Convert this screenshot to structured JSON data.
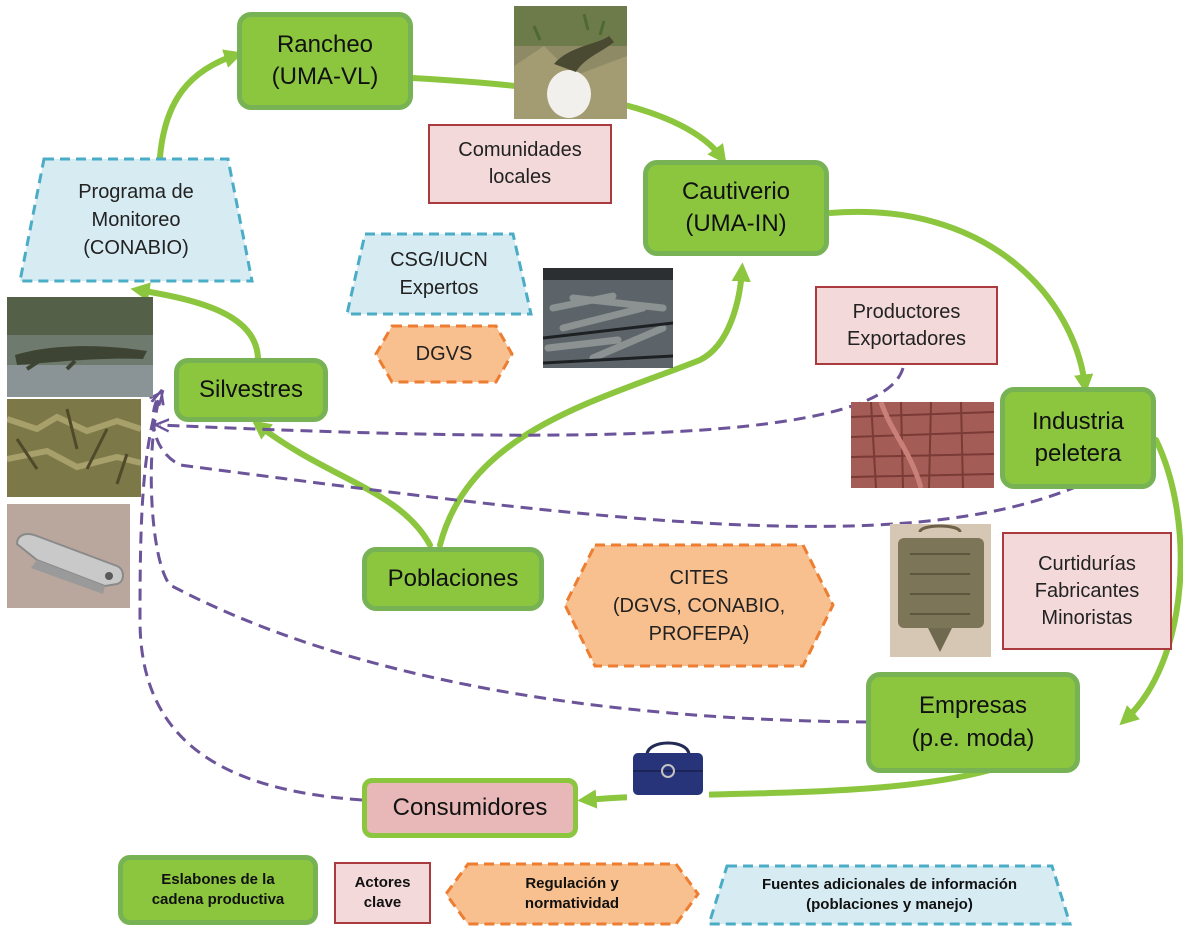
{
  "nodes": {
    "rancheo": "Rancheo\n(UMA-VL)",
    "cautiverio": "Cautiverio\n(UMA-IN)",
    "industria": "Industria\npeletera",
    "empresas": "Empresas\n(p.e. moda)",
    "consumidores": "Consumidores",
    "poblaciones": "Poblaciones",
    "silvestres": "Silvestres"
  },
  "actors": {
    "comunidades": "Comunidades\nlocales",
    "productores": "Productores\nExportadores",
    "curtidurias": "Curtidurías\nFabricantes\nMinoristas"
  },
  "info_sources": {
    "monitoreo": "Programa de\nMonitoreo\n(CONABIO)",
    "csg": "CSG/IUCN\nExpertos"
  },
  "regulation": {
    "dgvs": "DGVS",
    "cites": "CITES\n(DGVS, CONABIO,\nPROFEPA)"
  },
  "legend": {
    "eslabones": "Eslabones de la\ncadena productiva",
    "actores": "Actores\nclave",
    "regulacion": "Regulación y\nnormatividad",
    "fuentes": "Fuentes adicionales de información\n(poblaciones y manejo)"
  },
  "colors": {
    "chain_fill": "#8cc63f",
    "chain_arrow": "#8cc63f",
    "actor_border": "#a93a3e",
    "actor_fill": "#f3d9d9",
    "regulation_fill": "#f9c08f",
    "regulation_border": "#ed7d31",
    "info_fill": "#d7ebf3",
    "info_border": "#4bacc6",
    "feedback_arrow": "#6b5499"
  },
  "photos": [
    "hatchling-egg-photo",
    "captive-crocodiles-photo",
    "crocodile-on-log-photo",
    "crocodile-nest-photo",
    "metal-tag-photo",
    "red-hide-photo",
    "crocodile-handbag-photo",
    "blue-handbag-photo"
  ]
}
